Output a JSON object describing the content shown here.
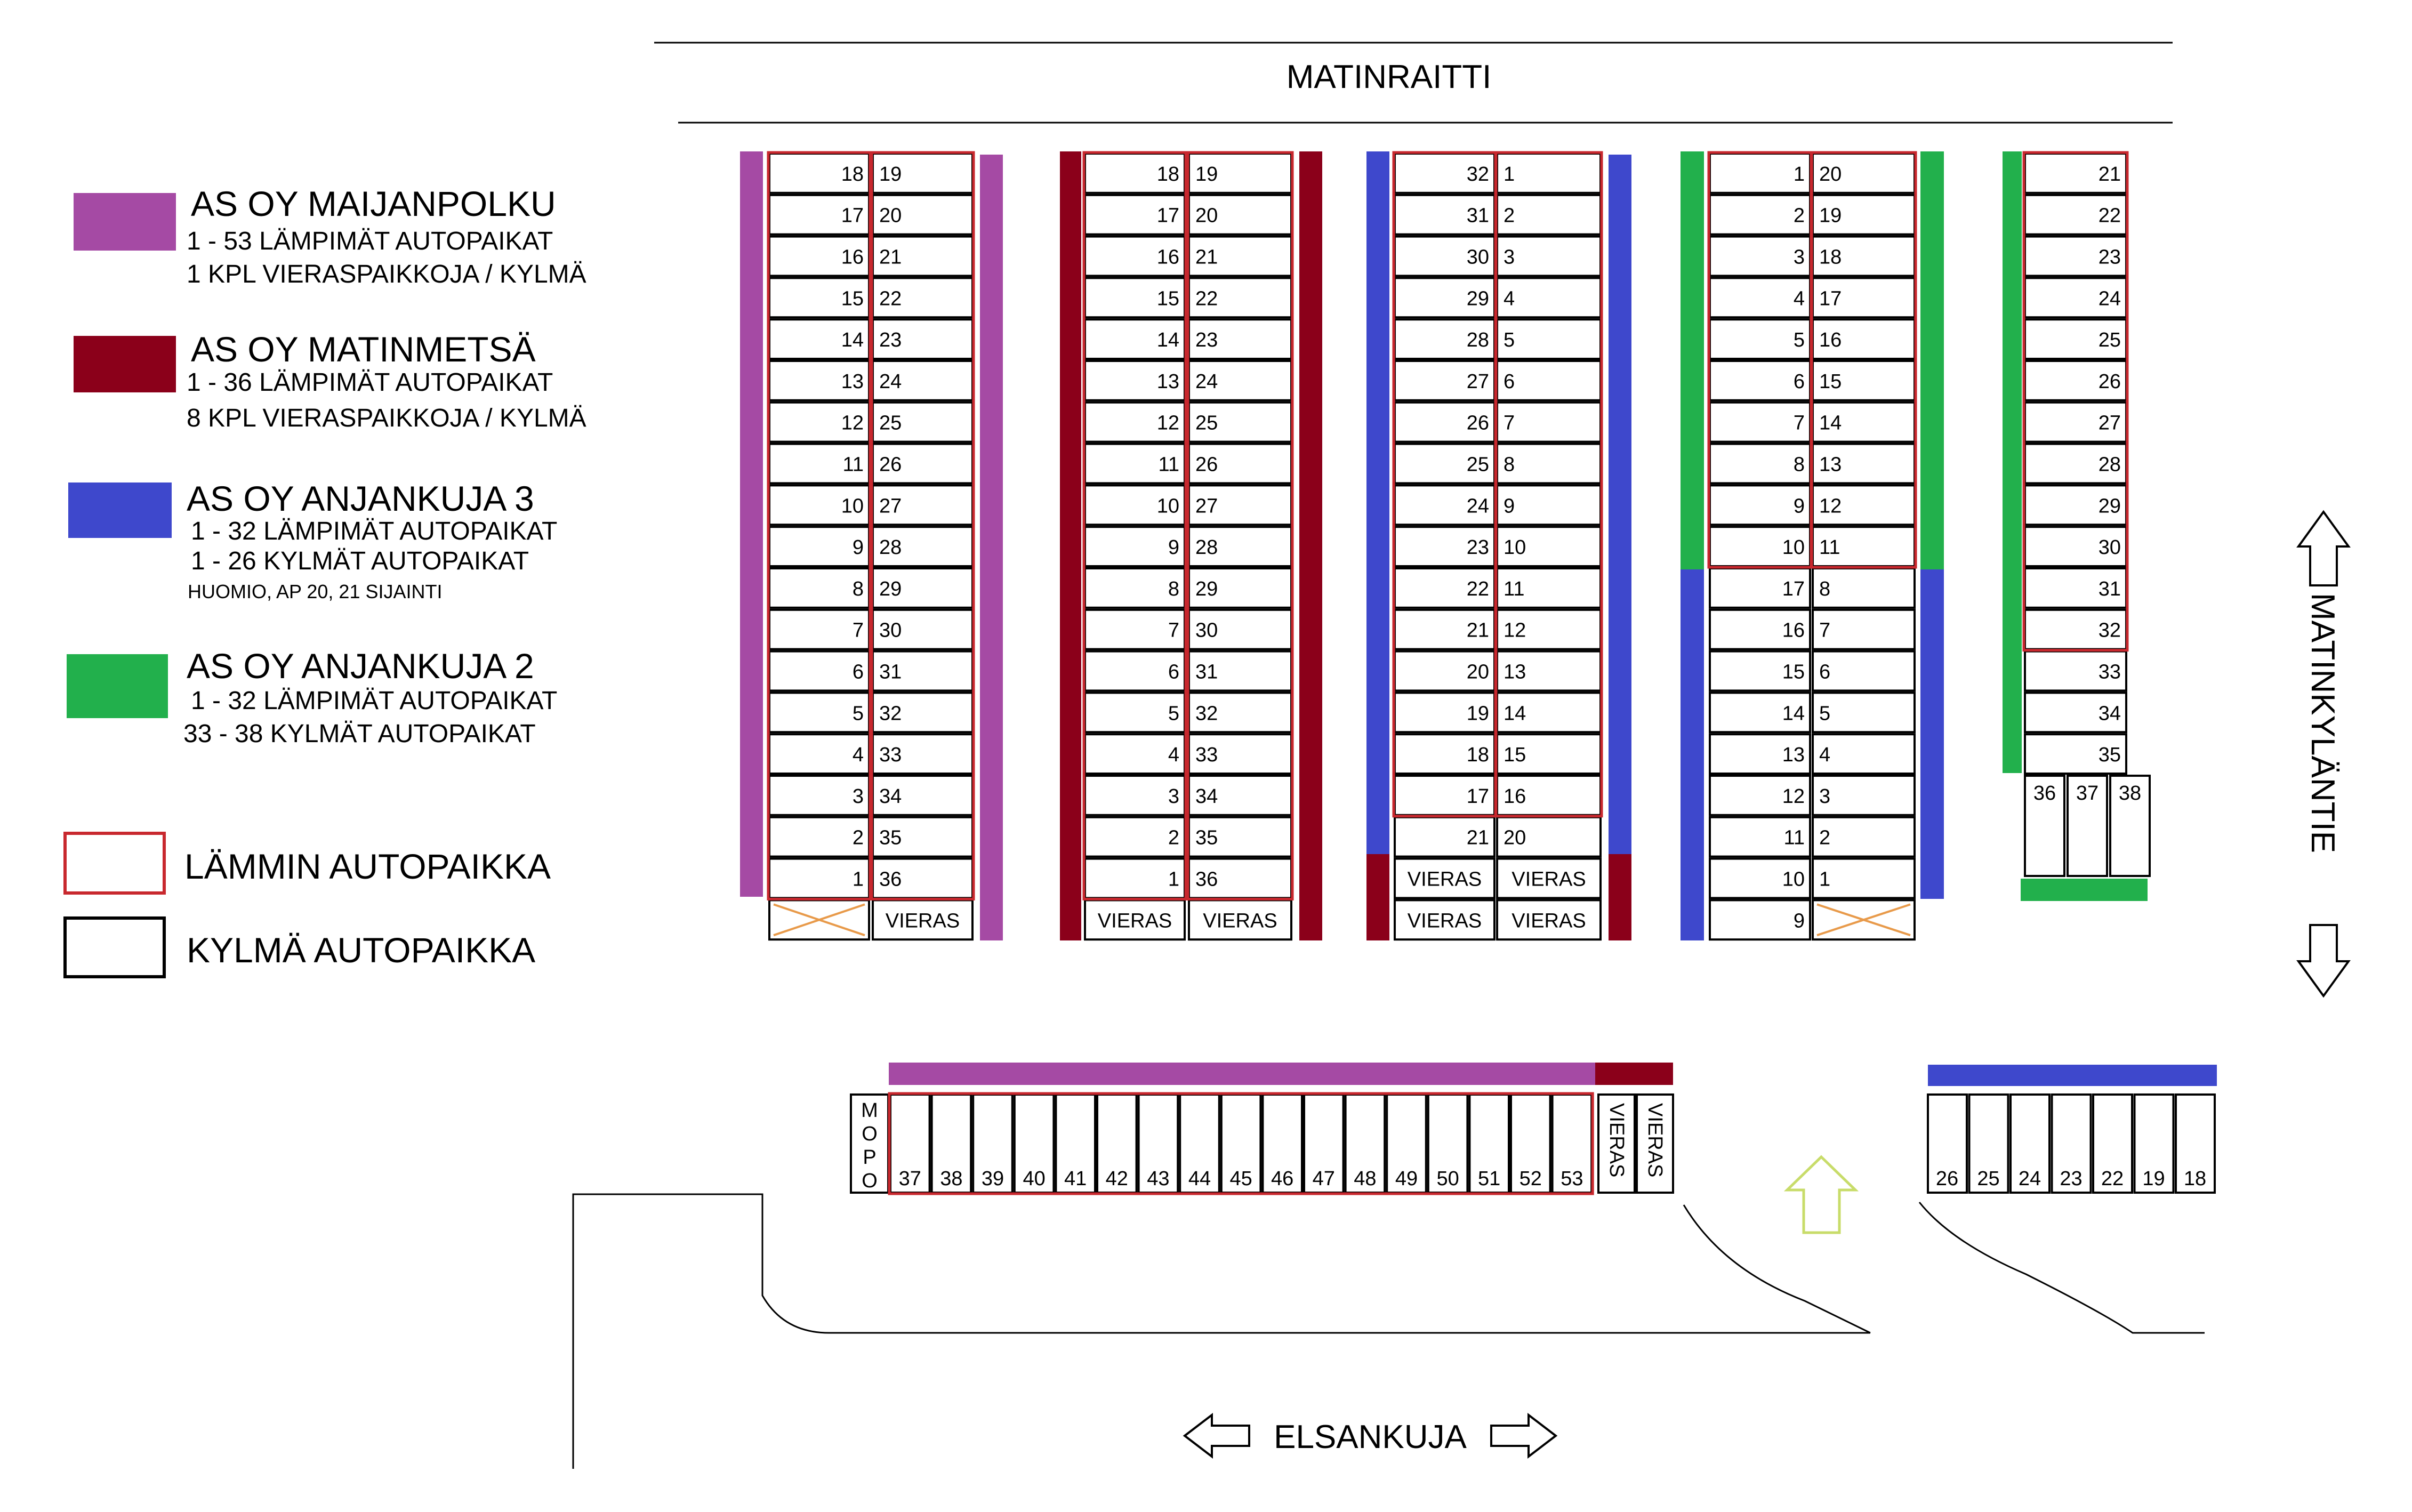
{
  "roads": {
    "top": "MATINRAITTI",
    "right": "MATINKYLÄNTIE",
    "bottom": "ELSANKUJA"
  },
  "legend": [
    {
      "color": "#a54aa4",
      "title": "AS OY MAIJANPOLKU",
      "lines": [
        "1 - 53 LÄMPIMÄT AUTOPAIKAT",
        "1 KPL VIERASPAIKKOJA / KYLMÄ"
      ]
    },
    {
      "color": "#8b001a",
      "title": "AS OY MATINMETSÄ",
      "lines": [
        "1 - 36 LÄMPIMÄT AUTOPAIKAT",
        "8 KPL VIERASPAIKKOJA / KYLMÄ"
      ]
    },
    {
      "color": "#3e48cc",
      "title": "AS OY ANJANKUJA 3",
      "lines": [
        "1 - 32 LÄMPIMÄT AUTOPAIKAT",
        "1 - 26 KYLMÄT AUTOPAIKAT"
      ],
      "note": "HUOMIO, AP 20, 21 SIJAINTI"
    },
    {
      "color": "#22b04c",
      "title": "AS OY ANJANKUJA 2",
      "lines": [
        "1 - 32 LÄMPIMÄT AUTOPAIKAT",
        "33 - 38 KYLMÄT AUTOPAIKAT"
      ]
    }
  ],
  "legend_types": [
    {
      "border": "#c8282e",
      "label": "LÄMMIN AUTOPAIKKA"
    },
    {
      "border": "#000000",
      "label": "KYLMÄ AUTOPAIKKA"
    }
  ],
  "colors": {
    "warm": "#c8282e",
    "cold": "#000000",
    "cross": "#e89a4a",
    "arrow": "#c8dc6a"
  },
  "blocks": {
    "b1": {
      "left": [
        "18",
        "17",
        "16",
        "15",
        "14",
        "13",
        "12",
        "11",
        "10",
        "9",
        "8",
        "7",
        "6",
        "5",
        "4",
        "3",
        "2",
        "1",
        ""
      ],
      "right": [
        "19",
        "20",
        "21",
        "22",
        "23",
        "24",
        "25",
        "26",
        "27",
        "28",
        "29",
        "30",
        "31",
        "32",
        "33",
        "34",
        "35",
        "36",
        "VIERAS"
      ],
      "leftWarm": 18,
      "rightWarm": 18
    },
    "b2": {
      "left": [
        "18",
        "17",
        "16",
        "15",
        "14",
        "13",
        "12",
        "11",
        "10",
        "9",
        "8",
        "7",
        "6",
        "5",
        "4",
        "3",
        "2",
        "1",
        "VIERAS"
      ],
      "right": [
        "19",
        "20",
        "21",
        "22",
        "23",
        "24",
        "25",
        "26",
        "27",
        "28",
        "29",
        "30",
        "31",
        "32",
        "33",
        "34",
        "35",
        "36",
        "VIERAS"
      ],
      "leftWarm": 18,
      "rightWarm": 18
    },
    "b3": {
      "left": [
        "32",
        "31",
        "30",
        "29",
        "28",
        "27",
        "26",
        "25",
        "24",
        "23",
        "22",
        "21",
        "20",
        "19",
        "18",
        "17",
        "21",
        "VIERAS",
        "VIERAS"
      ],
      "right": [
        "1",
        "2",
        "3",
        "4",
        "5",
        "6",
        "7",
        "8",
        "9",
        "10",
        "11",
        "12",
        "13",
        "14",
        "15",
        "16",
        "20",
        "VIERAS",
        "VIERAS"
      ],
      "leftWarm": 16,
      "rightWarm": 16
    },
    "b4": {
      "left": [
        "1",
        "2",
        "3",
        "4",
        "5",
        "6",
        "7",
        "8",
        "9",
        "10",
        "17",
        "16",
        "15",
        "14",
        "13",
        "12",
        "11",
        "10",
        "9"
      ],
      "right": [
        "20",
        "19",
        "18",
        "17",
        "16",
        "15",
        "14",
        "13",
        "12",
        "11",
        "8",
        "7",
        "6",
        "5",
        "4",
        "3",
        "2",
        "1",
        ""
      ],
      "leftWarm": 10,
      "rightWarm": 10
    },
    "b5": {
      "right": [
        "21",
        "22",
        "23",
        "24",
        "25",
        "26",
        "27",
        "28",
        "29",
        "30",
        "31",
        "32",
        "33",
        "34",
        "35"
      ],
      "rightWarm": 12,
      "extra": [
        "36",
        "37",
        "38"
      ]
    },
    "bottomRow": {
      "mopo": "MOPO",
      "warm": [
        "37",
        "38",
        "39",
        "40",
        "41",
        "42",
        "43",
        "44",
        "45",
        "46",
        "47",
        "48",
        "49",
        "50",
        "51",
        "52",
        "53"
      ],
      "vieras": [
        "VIERAS",
        "VIERAS"
      ]
    },
    "bottomRight": [
      "26",
      "25",
      "24",
      "23",
      "22",
      "19",
      "18"
    ]
  }
}
